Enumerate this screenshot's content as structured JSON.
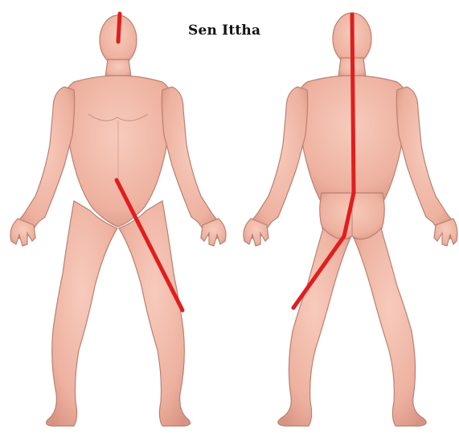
{
  "title": "Sen Ittha",
  "colors": {
    "background": "#ffffff",
    "skin": "#f0b7a6",
    "skin_shadow": "#d99787",
    "outline": "#9e6a5e",
    "meridian_line": "#e01e1e",
    "title_text": "#111111"
  },
  "figures": [
    {
      "name": "front-view-body"
    },
    {
      "name": "back-view-body"
    }
  ]
}
